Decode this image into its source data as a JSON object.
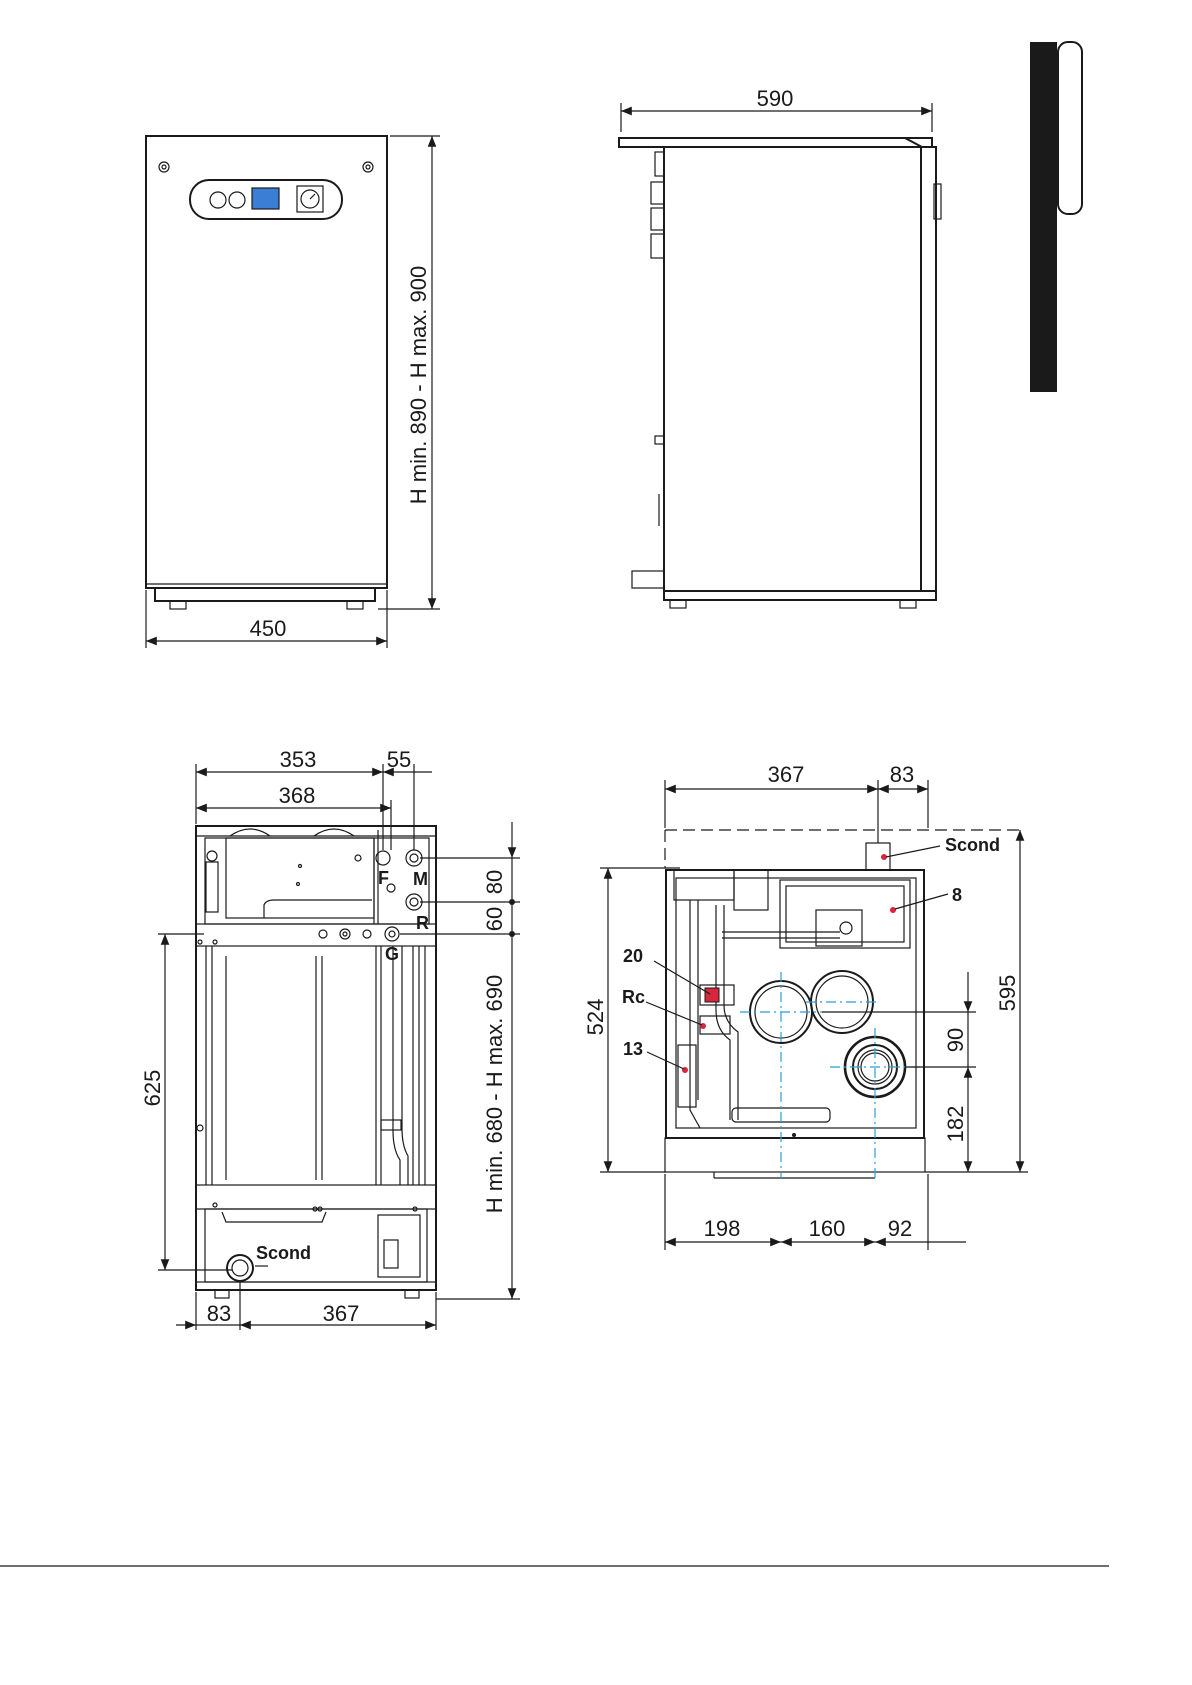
{
  "front_view": {
    "width_label": "450",
    "height_label": "H min. 890 - H max. 900"
  },
  "side_view": {
    "depth_label": "590"
  },
  "rear_view": {
    "dim_353": "353",
    "dim_55": "55",
    "dim_368": "368",
    "dim_80": "80",
    "dim_60": "60",
    "dim_625": "625",
    "dim_height": "H min. 680 - H max. 690",
    "dim_83": "83",
    "dim_367": "367",
    "label_F": "F",
    "label_M": "M",
    "label_R": "R",
    "label_G": "G",
    "label_scond": "Scond"
  },
  "top_view": {
    "dim_367": "367",
    "dim_83": "83",
    "dim_524": "524",
    "dim_595": "595",
    "dim_90": "90",
    "dim_182": "182",
    "dim_198": "198",
    "dim_160": "160",
    "dim_92": "92",
    "label_scond": "Scond",
    "label_8": "8",
    "label_20": "20",
    "label_rc": "Rc",
    "label_13": "13"
  },
  "colors": {
    "line": "#1a1a1a",
    "axis": "#2a9fd6",
    "callout": "#d7263d",
    "display": "#3a7fd5",
    "tab": "#1a1a1a"
  }
}
